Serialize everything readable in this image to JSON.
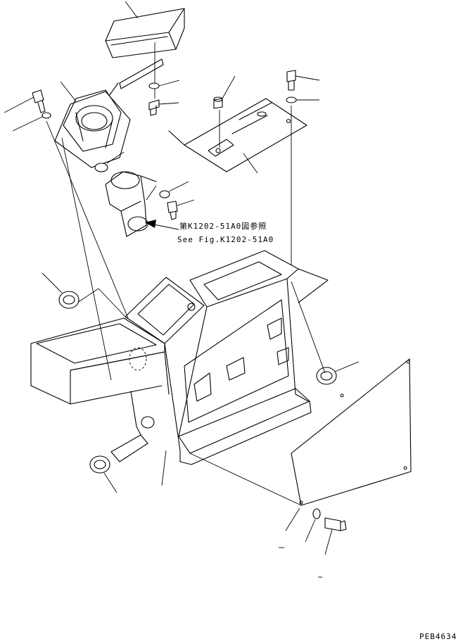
{
  "reference": {
    "jp_text": "第K1202-51A0図参照",
    "en_text": "See Fig.K1202-51A0"
  },
  "drawing_code": "PEB4634"
}
